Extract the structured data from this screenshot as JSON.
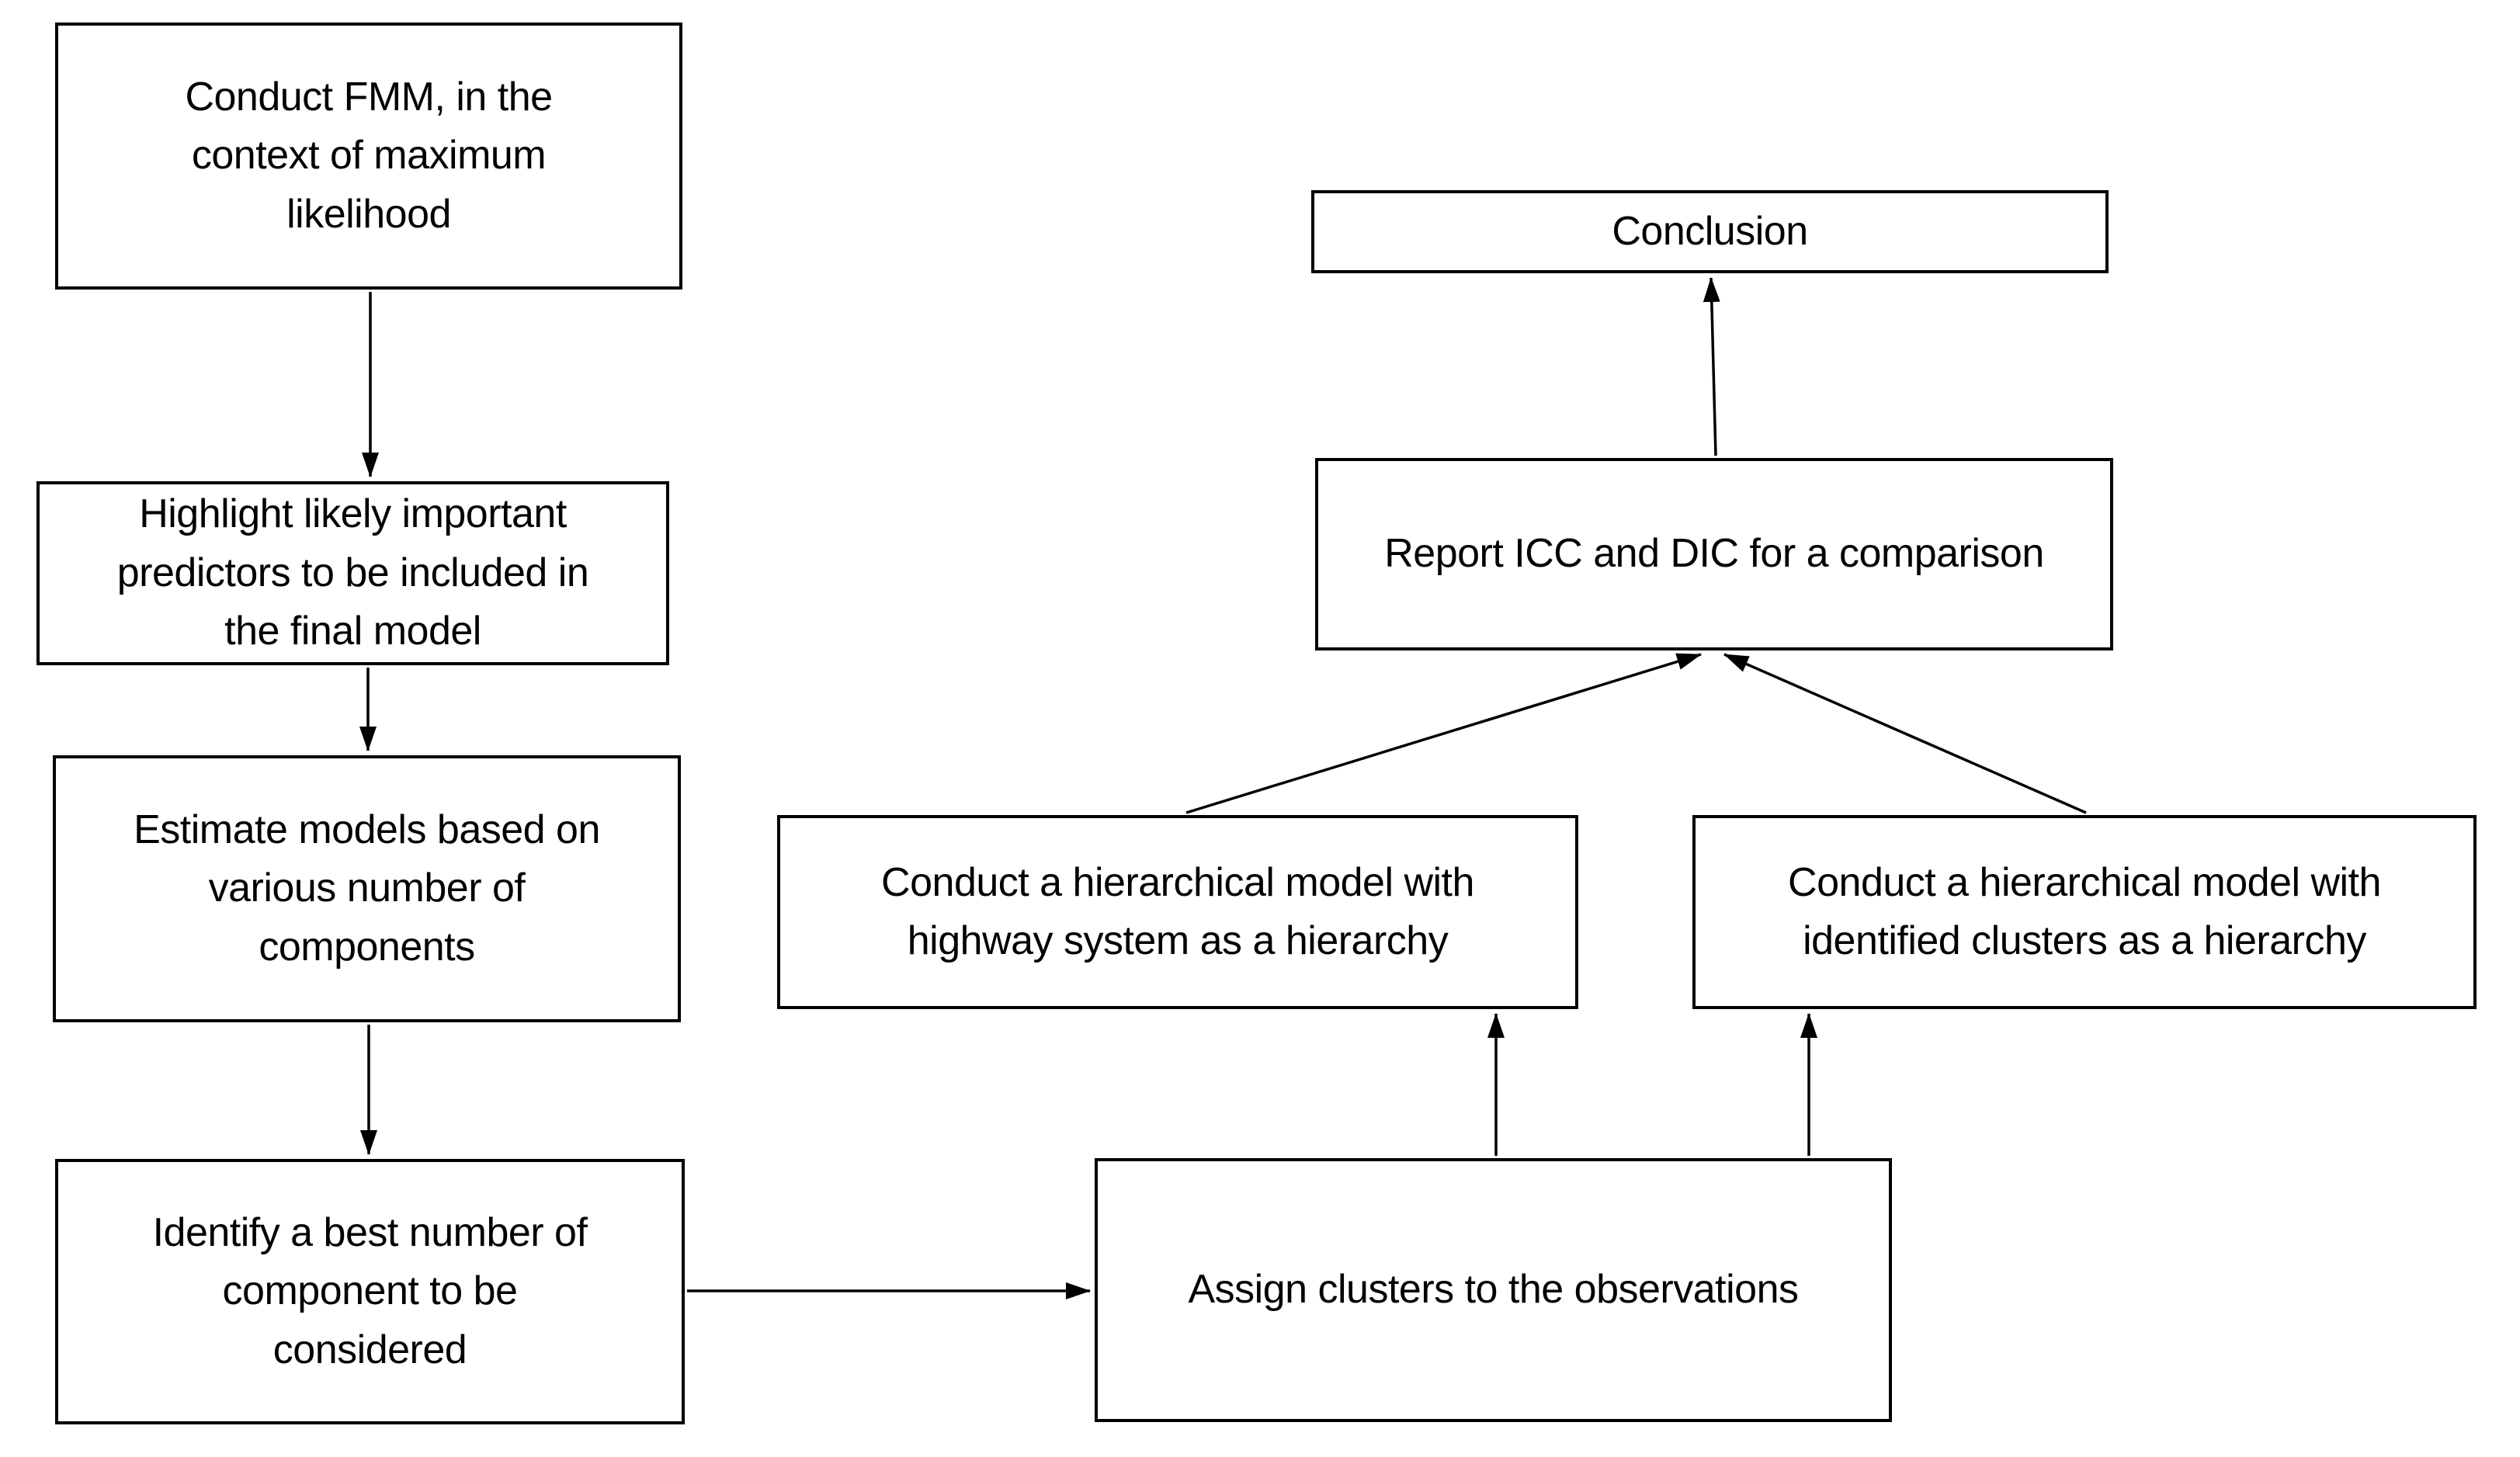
{
  "page": {
    "background_color": "#ffffff",
    "stroke_color": "#000000"
  },
  "diagram": {
    "type": "flowchart",
    "nodes": {
      "fmm": {
        "label": "Conduct FMM, in the\ncontext of maximum\nlikelihood"
      },
      "highlight": {
        "label": "Highlight likely important\npredictors to be included in\nthe final model"
      },
      "estimate": {
        "label": "Estimate models based on\nvarious number of\ncomponents"
      },
      "identify": {
        "label": "Identify a best number of\ncomponent to be\nconsidered"
      },
      "conclusion": {
        "label": "Conclusion"
      },
      "report": {
        "label": "Report ICC and DIC for a comparison"
      },
      "highway": {
        "label": "Conduct a hierarchical model with\nhighway system as a hierarchy"
      },
      "clusters": {
        "label": "Conduct a hierarchical model with\nidentified clusters as a hierarchy"
      },
      "assign": {
        "label": "Assign clusters to the observations"
      }
    },
    "edges": [
      {
        "from": "fmm",
        "to": "highlight",
        "direction": "down"
      },
      {
        "from": "highlight",
        "to": "estimate",
        "direction": "down"
      },
      {
        "from": "estimate",
        "to": "identify",
        "direction": "down"
      },
      {
        "from": "identify",
        "to": "assign",
        "direction": "right"
      },
      {
        "from": "assign",
        "to": "highway",
        "direction": "up"
      },
      {
        "from": "assign",
        "to": "clusters",
        "direction": "up"
      },
      {
        "from": "highway",
        "to": "report",
        "direction": "up-right-diagonal"
      },
      {
        "from": "clusters",
        "to": "report",
        "direction": "up-left-diagonal"
      },
      {
        "from": "report",
        "to": "conclusion",
        "direction": "up"
      }
    ]
  }
}
